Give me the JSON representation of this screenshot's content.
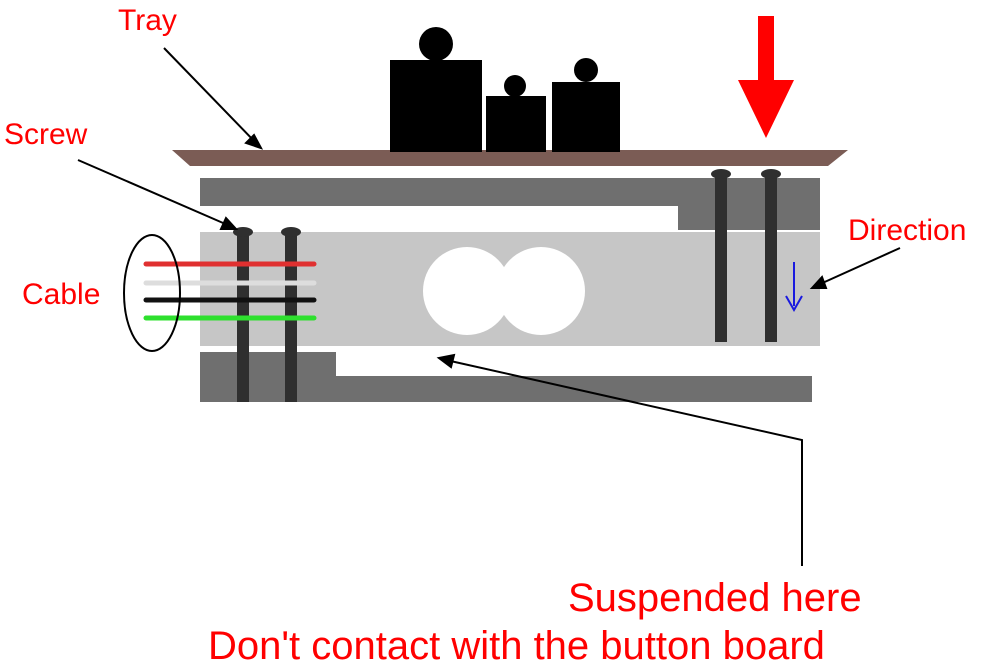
{
  "colors": {
    "label_text": "#ff0000",
    "force_arrow": "#ff0000",
    "tray": "#7b5c55",
    "weights": "#000000",
    "load_cell_body": "#c6c6c6",
    "mount_block": "#6f6f6f",
    "screws": "#2f2f2f",
    "direction_arrow": "#1a1adf",
    "wire_red": "#e03030",
    "wire_white": "#dddddd",
    "wire_black": "#111111",
    "wire_green": "#2ee02e"
  },
  "icons": [
    "weights-icon",
    "force-arrow-icon",
    "direction-arrow-icon"
  ],
  "labels": {
    "tray": "Tray",
    "screw": "Screw",
    "cable": "Cable",
    "direction": "Direction",
    "suspended": "Suspended here",
    "no_contact": "Don't contact with the button board"
  }
}
